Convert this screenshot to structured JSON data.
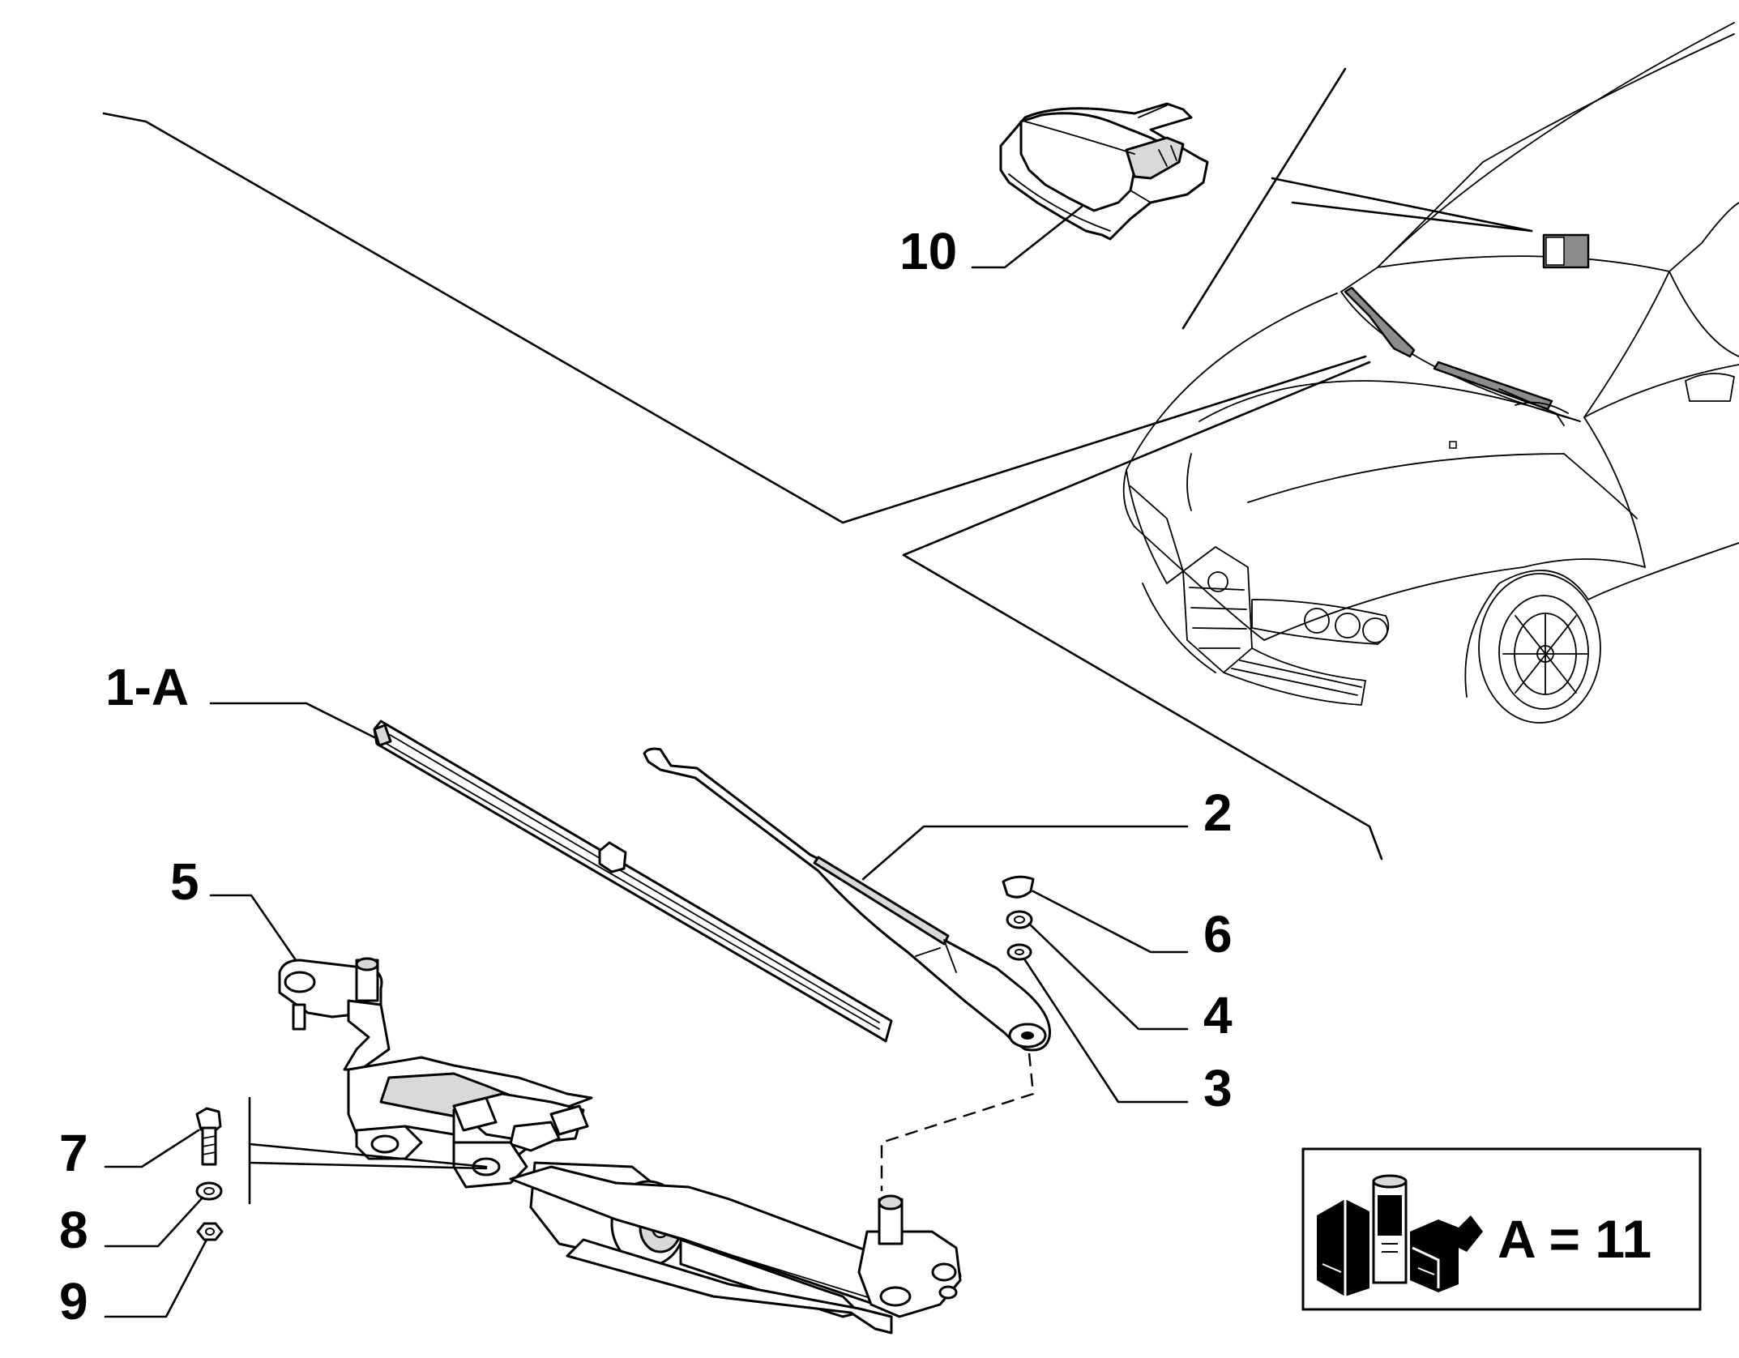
{
  "diagram": {
    "labels": {
      "wiper_blade": "1-A",
      "wiper_arm": "2",
      "washer_3": "3",
      "washer_4": "4",
      "cap": "5",
      "cover": "6",
      "bolt": "7",
      "washer_8": "8",
      "nut": "9",
      "rain_sensor": "10"
    },
    "info_box": {
      "text": "A = 11"
    }
  }
}
